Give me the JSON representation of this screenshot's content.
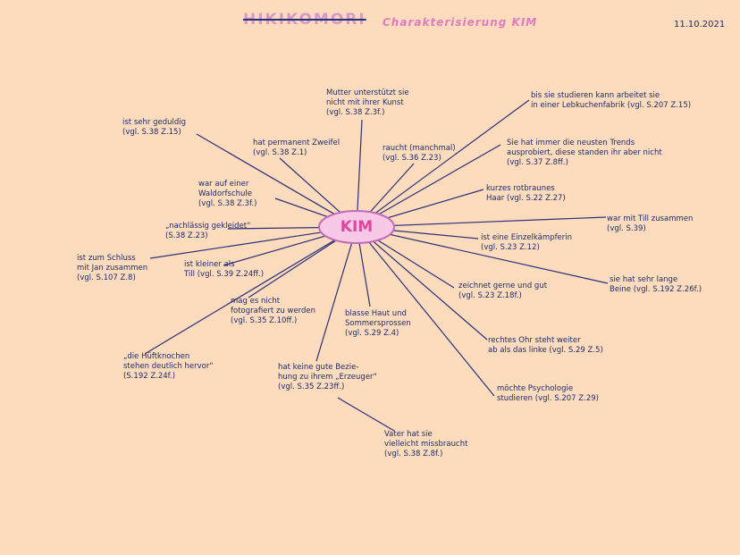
{
  "header": {
    "title": "HIKIKOMORI",
    "subtitle": "Charakterisierung KIM",
    "date": "11.10.2021"
  },
  "center": {
    "label": "KIM",
    "fill": "#f7c9e6",
    "stroke": "#c26bb8"
  },
  "colors": {
    "line": "#2a2f7a",
    "text": "#1f2a6b",
    "background": "#fddcbd"
  },
  "notes": [
    {
      "id": "mutter",
      "text": "Mutter unterstützt sie\nnicht mit ihrer Kunst\n(vgl. S.38 Z.3f.)"
    },
    {
      "id": "studieren-lebkuchen",
      "text": "bis sie studieren kann arbeitet sie\nin einer Lebkuchenfabrik (vgl. S.207 Z.15)"
    },
    {
      "id": "geduldig",
      "text": "ist sehr geduldig\n(vgl. S.38 Z.15)"
    },
    {
      "id": "zweifel",
      "text": "hat permanent Zweifel\n(vgl. S.38 Z.1)"
    },
    {
      "id": "raucht",
      "text": "raucht (manchmal)\n(vgl. S.36 Z.23)"
    },
    {
      "id": "trends",
      "text": "Sie hat immer die neusten Trends\nausprobiert, diese standen ihr aber nicht\n(vgl. S.37 Z.8ff.)"
    },
    {
      "id": "waldorf",
      "text": "war auf einer\nWaldorfschule\n(vgl. S.38 Z.3f.)"
    },
    {
      "id": "haare",
      "text": "kurzes rotbraunes\nHaar (vgl. S.22 Z.27)"
    },
    {
      "id": "nachlaessig",
      "text": "„nachlässig gekleidet“\n(S.38 Z.23)"
    },
    {
      "id": "till",
      "text": "war mit Till zusammen\n(vgl. S.39)"
    },
    {
      "id": "einzelkaempferin",
      "text": "ist eine Einzelkämpferin\n(vgl. S.23 Z.12)"
    },
    {
      "id": "jan",
      "text": "ist zum Schluss\nmit Jan zusammen\n(vgl. S.107 Z.8)"
    },
    {
      "id": "kleiner",
      "text": "ist kleiner als\nTill (vgl. S.39 Z.24ff.)"
    },
    {
      "id": "beine",
      "text": "sie hat sehr lange\nBeine (vgl. S.192 Z.26f.)"
    },
    {
      "id": "zeichnet",
      "text": "zeichnet gerne und gut\n(vgl. S.23 Z.18f.)"
    },
    {
      "id": "fotografiert",
      "text": "mag es nicht\nfotografiert zu werden\n(vgl. S.35 Z.10ff.)"
    },
    {
      "id": "haut",
      "text": "blasse Haut und\nSommersprossen\n(vgl. S.29 Z.4)"
    },
    {
      "id": "ohr",
      "text": "rechtes Ohr steht weiter\nab als das linke (vgl. S.29 Z.5)"
    },
    {
      "id": "hueftknochen",
      "text": "„die Hüftknochen\nstehen deutlich hervor“\n(S.192 Z.24f.)"
    },
    {
      "id": "erzeuger",
      "text": "hat keine gute Bezie-\nhung zu ihrem „Erzeuger“\n(vgl. S.35 Z.23ff.)"
    },
    {
      "id": "psychologie",
      "text": "möchte Psychologie\nstudieren (vgl. S.207 Z.29)"
    },
    {
      "id": "vater",
      "text": "Vater hat sie\nvielleicht missbraucht\n(vgl. S.38 Z.8f.)"
    }
  ]
}
